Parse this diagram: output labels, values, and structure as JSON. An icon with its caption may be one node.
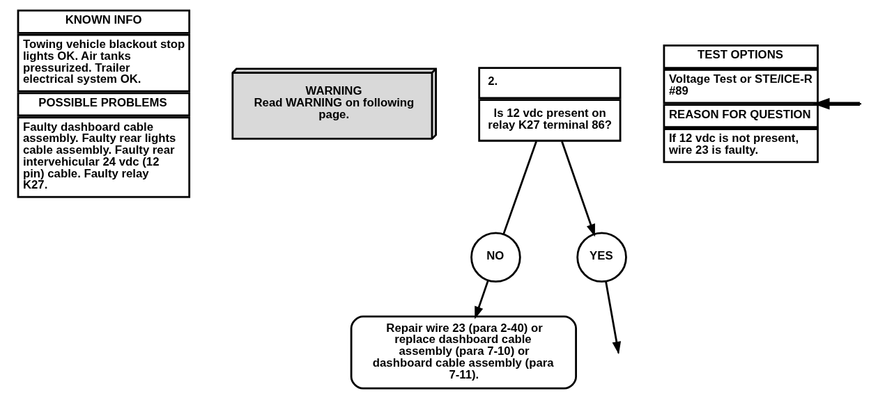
{
  "diagram": {
    "nodes": [
      {
        "text": [
          "KNOWN INFO",
          "Towing vehicle blackout stop lights OK. Air tanks pressurized. Trailer electrical system OK.",
          "POSSIBLE PROBLEMS",
          "Faulty dashboard cable assembly. Faulty rear lights cable assembly. Faulty rear intervehicular 24 vdc (12 pin) cable. Faulty relay K27."
        ]
      },
      {
        "text": [
          "WARNING",
          "Read WARNING on following page."
        ]
      },
      {
        "text": [
          "2.",
          "Is 12 vdc present on relay K27 terminal 86?"
        ]
      },
      {
        "text": [
          "TEST OPTIONS",
          "Voltage Test or STE/ICE-R #89",
          "REASON FOR QUESTION",
          "If 12 vdc is not present, wire 23 is faulty."
        ]
      },
      {
        "text": [
          "NO"
        ]
      },
      {
        "text": [
          "YES"
        ]
      },
      {
        "text": [
          "Repair wire 23 (para 2-40) or replace dashboard cable assembly (para 7-10) or dashboard cable assembly (para 7-11)."
        ]
      }
    ],
    "edges": [
      {
        "from": 2,
        "to": 5,
        "arrow": "to"
      },
      {
        "from": 2,
        "to": 4,
        "arrow": "none"
      },
      {
        "from": 4,
        "to": 6,
        "arrow": "to"
      },
      {
        "from": 5,
        "to": null,
        "arrow": "to"
      },
      {
        "from": null,
        "to": 3,
        "arrow": "to",
        "style": "thick"
      }
    ]
  }
}
